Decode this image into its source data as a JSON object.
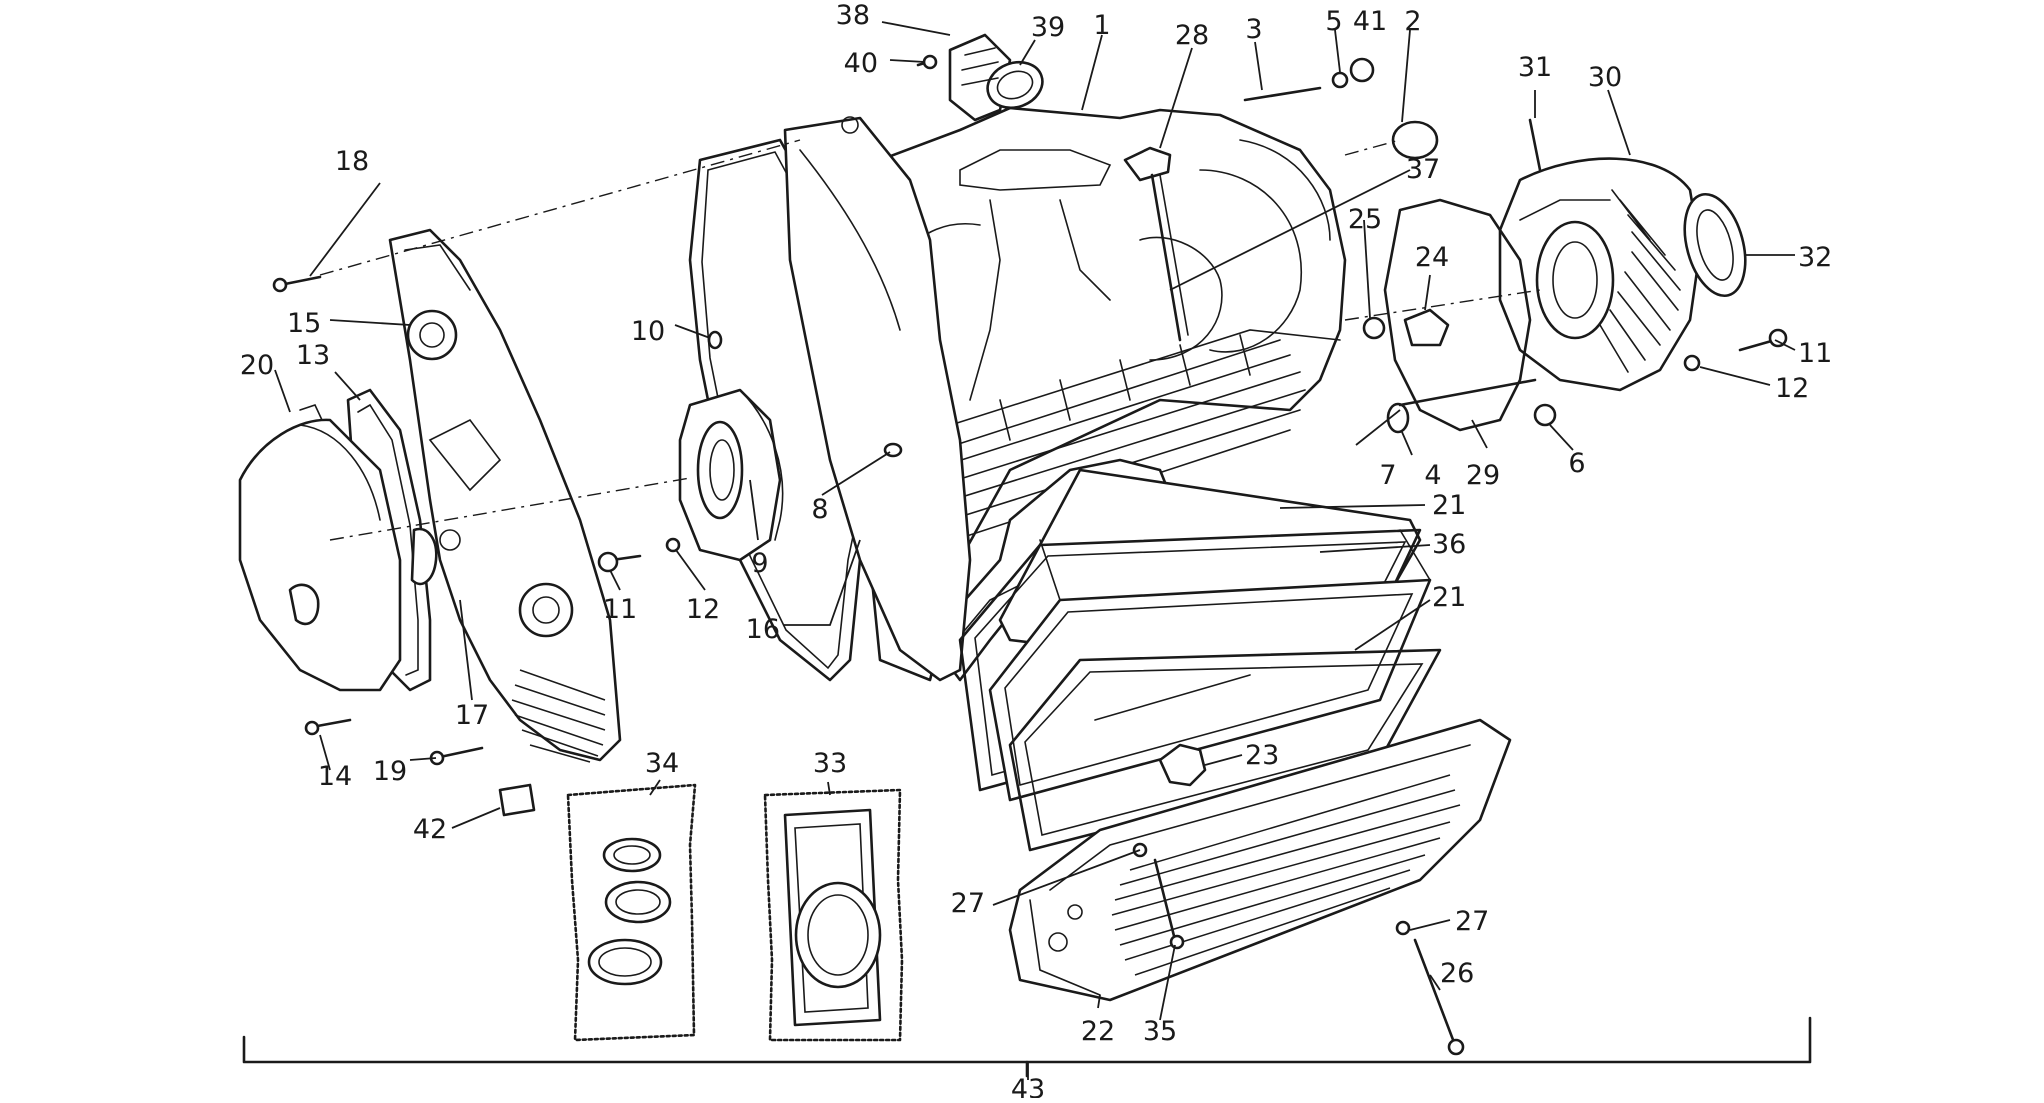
{
  "callouts": {
    "c1": "1",
    "c2": "2",
    "c3": "3",
    "c4": "4",
    "c5": "5",
    "c6": "6",
    "c7": "7",
    "c8": "8",
    "c9": "9",
    "c10": "10",
    "c11a": "11",
    "c11b": "11",
    "c12a": "12",
    "c12b": "12",
    "c13": "13",
    "c14": "14",
    "c15": "15",
    "c16": "16",
    "c17": "17",
    "c18": "18",
    "c19": "19",
    "c20": "20",
    "c21a": "21",
    "c21b": "21",
    "c22": "22",
    "c23": "23",
    "c24": "24",
    "c25": "25",
    "c26": "26",
    "c27a": "27",
    "c27b": "27",
    "c28": "28",
    "c29": "29",
    "c30": "30",
    "c31": "31",
    "c32": "32",
    "c33": "33",
    "c34": "34",
    "c35": "35",
    "c36": "36",
    "c37": "37",
    "c38": "38",
    "c39": "39",
    "c40": "40",
    "c41": "41",
    "c42": "42",
    "c43": "43"
  }
}
